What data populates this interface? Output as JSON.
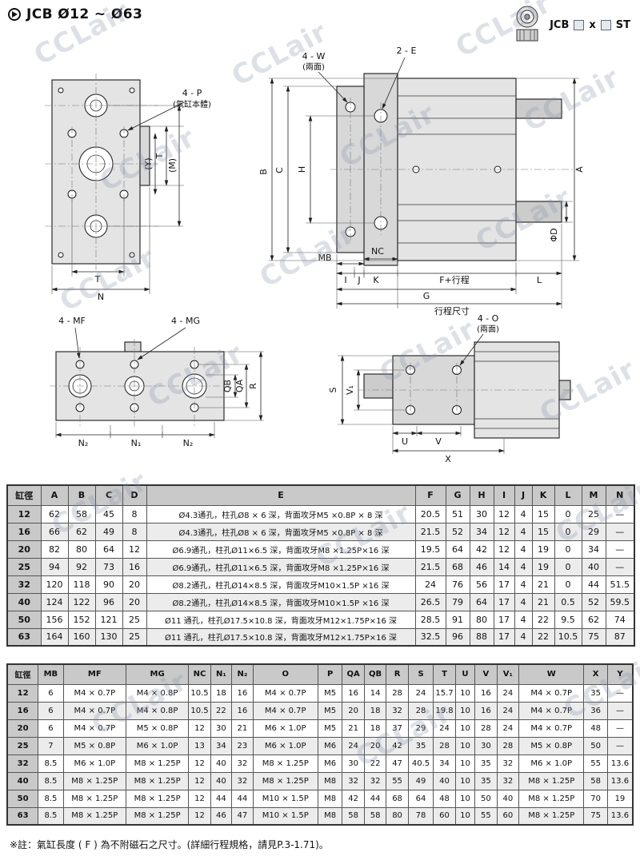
{
  "header": {
    "title": "JCB Ø12 ~ Ø63",
    "model": {
      "prefix": "JCB",
      "times": "x",
      "suffix": "ST"
    }
  },
  "watermark": "CCLair",
  "icons": {
    "section_marker": "play-circle-icon",
    "product_thumbnail": "cylinder-top-view-icon"
  },
  "drawings": {
    "front": {
      "callout": "4 - P",
      "callout_sub": "(氣缸本體)",
      "dim_y": "(Y)",
      "dim_t_side": "T",
      "dim_m": "(M)",
      "dim_t": "T",
      "dim_n": "N"
    },
    "side": {
      "callout_w": "4 - W",
      "callout_w_sub": "(兩面)",
      "callout_e": "2 - E",
      "dim_b": "B",
      "dim_c": "C",
      "dim_h": "H",
      "dim_a": "A",
      "dim_phid": "ΦD",
      "dim_mb": "MB",
      "dim_nc": "NC",
      "dim_i": "I",
      "dim_j": "J",
      "dim_k": "K",
      "dim_f": "F+行程",
      "dim_l": "L",
      "dim_g": "G",
      "dim_stroke": "行程尺寸"
    },
    "bottom": {
      "callout_mf": "4 - MF",
      "callout_mg": "4 - MG",
      "dim_qb": "QB",
      "dim_qa": "QA",
      "dim_r": "R",
      "dim_n2a": "N₂",
      "dim_n1": "N₁",
      "dim_n2b": "N₂"
    },
    "rear": {
      "callout_o": "4 - O",
      "callout_o_sub": "(兩面)",
      "dim_s": "S",
      "dim_v1": "V₁",
      "dim_u": "U",
      "dim_v": "V",
      "dim_x": "X"
    }
  },
  "table1": {
    "headers": [
      "缸徑",
      "A",
      "B",
      "C",
      "D",
      "E",
      "F",
      "G",
      "H",
      "I",
      "J",
      "K",
      "L",
      "M",
      "N"
    ],
    "rows": [
      [
        "12",
        "62",
        "58",
        "45",
        "8",
        "Ø4.3通孔，柱孔Ø8 × 6 深，背面攻牙M5 ×0.8P × 8 深",
        "20.5",
        "51",
        "30",
        "12",
        "4",
        "15",
        "0",
        "25",
        "—"
      ],
      [
        "16",
        "66",
        "62",
        "49",
        "8",
        "Ø4.3通孔，柱孔Ø8 × 6 深，背面攻牙M5 ×0.8P × 8 深",
        "21.5",
        "52",
        "34",
        "12",
        "4",
        "15",
        "0",
        "29",
        "—"
      ],
      [
        "20",
        "82",
        "80",
        "64",
        "12",
        "Ø6.9通孔，柱孔Ø11×6.5 深，背面攻牙M8 ×1.25P×16 深",
        "19.5",
        "64",
        "42",
        "12",
        "4",
        "19",
        "0",
        "34",
        "—"
      ],
      [
        "25",
        "94",
        "92",
        "73",
        "16",
        "Ø6.9通孔，柱孔Ø11×6.5 深，背面攻牙M8 ×1.25P×16 深",
        "21.5",
        "68",
        "46",
        "14",
        "4",
        "19",
        "0",
        "40",
        "—"
      ],
      [
        "32",
        "120",
        "118",
        "90",
        "20",
        "Ø8.2通孔，柱孔Ø14×8.5 深，背面攻牙M10×1.5P ×16 深",
        "24",
        "76",
        "56",
        "17",
        "4",
        "21",
        "0",
        "44",
        "51.5"
      ],
      [
        "40",
        "124",
        "122",
        "96",
        "20",
        "Ø8.2通孔，柱孔Ø14×8.5 深，背面攻牙M10×1.5P ×16 深",
        "26.5",
        "79",
        "64",
        "17",
        "4",
        "21",
        "0.5",
        "52",
        "59.5"
      ],
      [
        "50",
        "156",
        "152",
        "121",
        "25",
        "Ø11 通孔，柱孔Ø17.5×10.8 深，背面攻牙M12×1.75P×16 深",
        "28.5",
        "91",
        "80",
        "17",
        "4",
        "22",
        "9.5",
        "62",
        "74"
      ],
      [
        "63",
        "164",
        "160",
        "130",
        "25",
        "Ø11 通孔，柱孔Ø17.5×10.8 深，背面攻牙M12×1.75P×16 深",
        "32.5",
        "96",
        "88",
        "17",
        "4",
        "22",
        "10.5",
        "75",
        "87"
      ]
    ]
  },
  "table2": {
    "headers": [
      "缸徑",
      "MB",
      "MF",
      "MG",
      "NC",
      "N₁",
      "N₂",
      "O",
      "P",
      "QA",
      "QB",
      "R",
      "S",
      "T",
      "U",
      "V",
      "V₁",
      "W",
      "X",
      "Y"
    ],
    "rows": [
      [
        "12",
        "6",
        "M4 × 0.7P",
        "M4 × 0.8P",
        "10.5",
        "18",
        "16",
        "M4 × 0.7P",
        "M5",
        "16",
        "14",
        "28",
        "24",
        "15.7",
        "10",
        "16",
        "24",
        "M4 × 0.7P",
        "35",
        "—"
      ],
      [
        "16",
        "6",
        "M4 × 0.7P",
        "M4 × 0.8P",
        "10.5",
        "22",
        "16",
        "M4 × 0.7P",
        "M5",
        "20",
        "18",
        "32",
        "28",
        "19.8",
        "10",
        "16",
        "24",
        "M4 × 0.7P",
        "36",
        "—"
      ],
      [
        "20",
        "6",
        "M4 × 0.7P",
        "M5 × 0.8P",
        "12",
        "30",
        "21",
        "M6 × 1.0P",
        "M5",
        "21",
        "18",
        "37",
        "29",
        "24",
        "10",
        "28",
        "24",
        "M4 × 0.7P",
        "48",
        "—"
      ],
      [
        "25",
        "7",
        "M5 × 0.8P",
        "M6 × 1.0P",
        "13",
        "34",
        "23",
        "M6 × 1.0P",
        "M6",
        "24",
        "20",
        "42",
        "35",
        "28",
        "10",
        "30",
        "28",
        "M5 × 0.8P",
        "50",
        "—"
      ],
      [
        "32",
        "8.5",
        "M6 × 1.0P",
        "M8 × 1.25P",
        "12",
        "40",
        "32",
        "M8 × 1.25P",
        "M6",
        "30",
        "22",
        "47",
        "40.5",
        "34",
        "10",
        "35",
        "32",
        "M6 × 1.0P",
        "55",
        "13.6"
      ],
      [
        "40",
        "8.5",
        "M8 × 1.25P",
        "M8 × 1.25P",
        "12",
        "40",
        "32",
        "M8 × 1.25P",
        "M8",
        "32",
        "32",
        "55",
        "49",
        "40",
        "10",
        "35",
        "32",
        "M8 × 1.25P",
        "58",
        "13.6"
      ],
      [
        "50",
        "8.5",
        "M8 × 1.25P",
        "M8 × 1.25P",
        "12",
        "44",
        "44",
        "M10 × 1.5P",
        "M8",
        "42",
        "44",
        "68",
        "64",
        "48",
        "10",
        "50",
        "40",
        "M8 × 1.25P",
        "70",
        "19"
      ],
      [
        "63",
        "8.5",
        "M8 × 1.25P",
        "M8 × 1.25P",
        "12",
        "46",
        "47",
        "M10 × 1.5P",
        "M8",
        "58",
        "58",
        "80",
        "78",
        "60",
        "10",
        "55",
        "60",
        "M8 × 1.25P",
        "75",
        "13.6"
      ]
    ]
  },
  "note": "※註：氣缸長度 ( F ) 為不附磁石之尺寸。(詳細行程規格，請見P.3-1.71)。"
}
